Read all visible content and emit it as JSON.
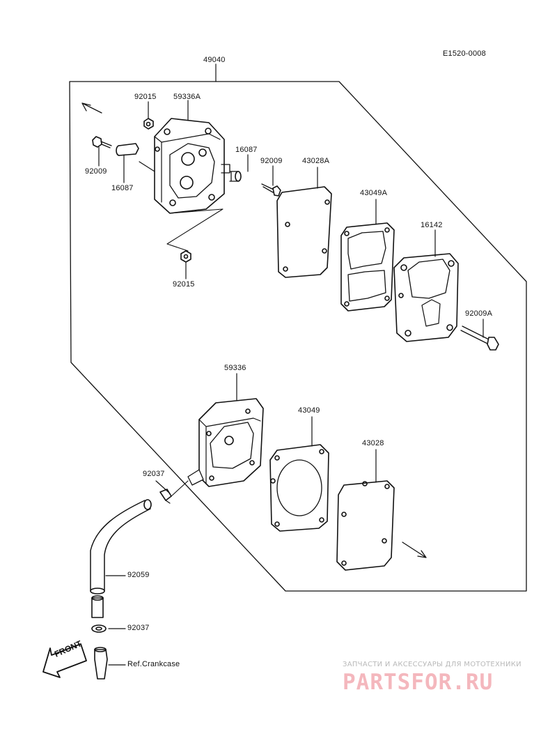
{
  "diagram_code": "E1520-0008",
  "labels": {
    "assembly": "49040",
    "nut_top": "92015",
    "cover_a": "59336A",
    "bolt_left": "92009",
    "valve_left": "16087",
    "valve_right": "16087",
    "bolt_right": "92009",
    "nut_bottom": "92015",
    "gasket_a_top": "43028A",
    "diaphragm_a": "43049A",
    "valve_plate": "16142",
    "bolt_a": "92009A",
    "body_lower": "59336",
    "diaphragm": "43049",
    "gasket": "43028",
    "clip_upper": "92037",
    "hose": "92059",
    "clip_lower": "92037",
    "ref_crankcase": "Ref.Crankcase"
  },
  "front_arrow": "FRONT",
  "watermark": {
    "caption": "ЗАПЧАСТИ И АКСЕССУАРЫ ДЛЯ МОТОТЕХНИКИ",
    "logo": "PARTSFOR.RU"
  }
}
